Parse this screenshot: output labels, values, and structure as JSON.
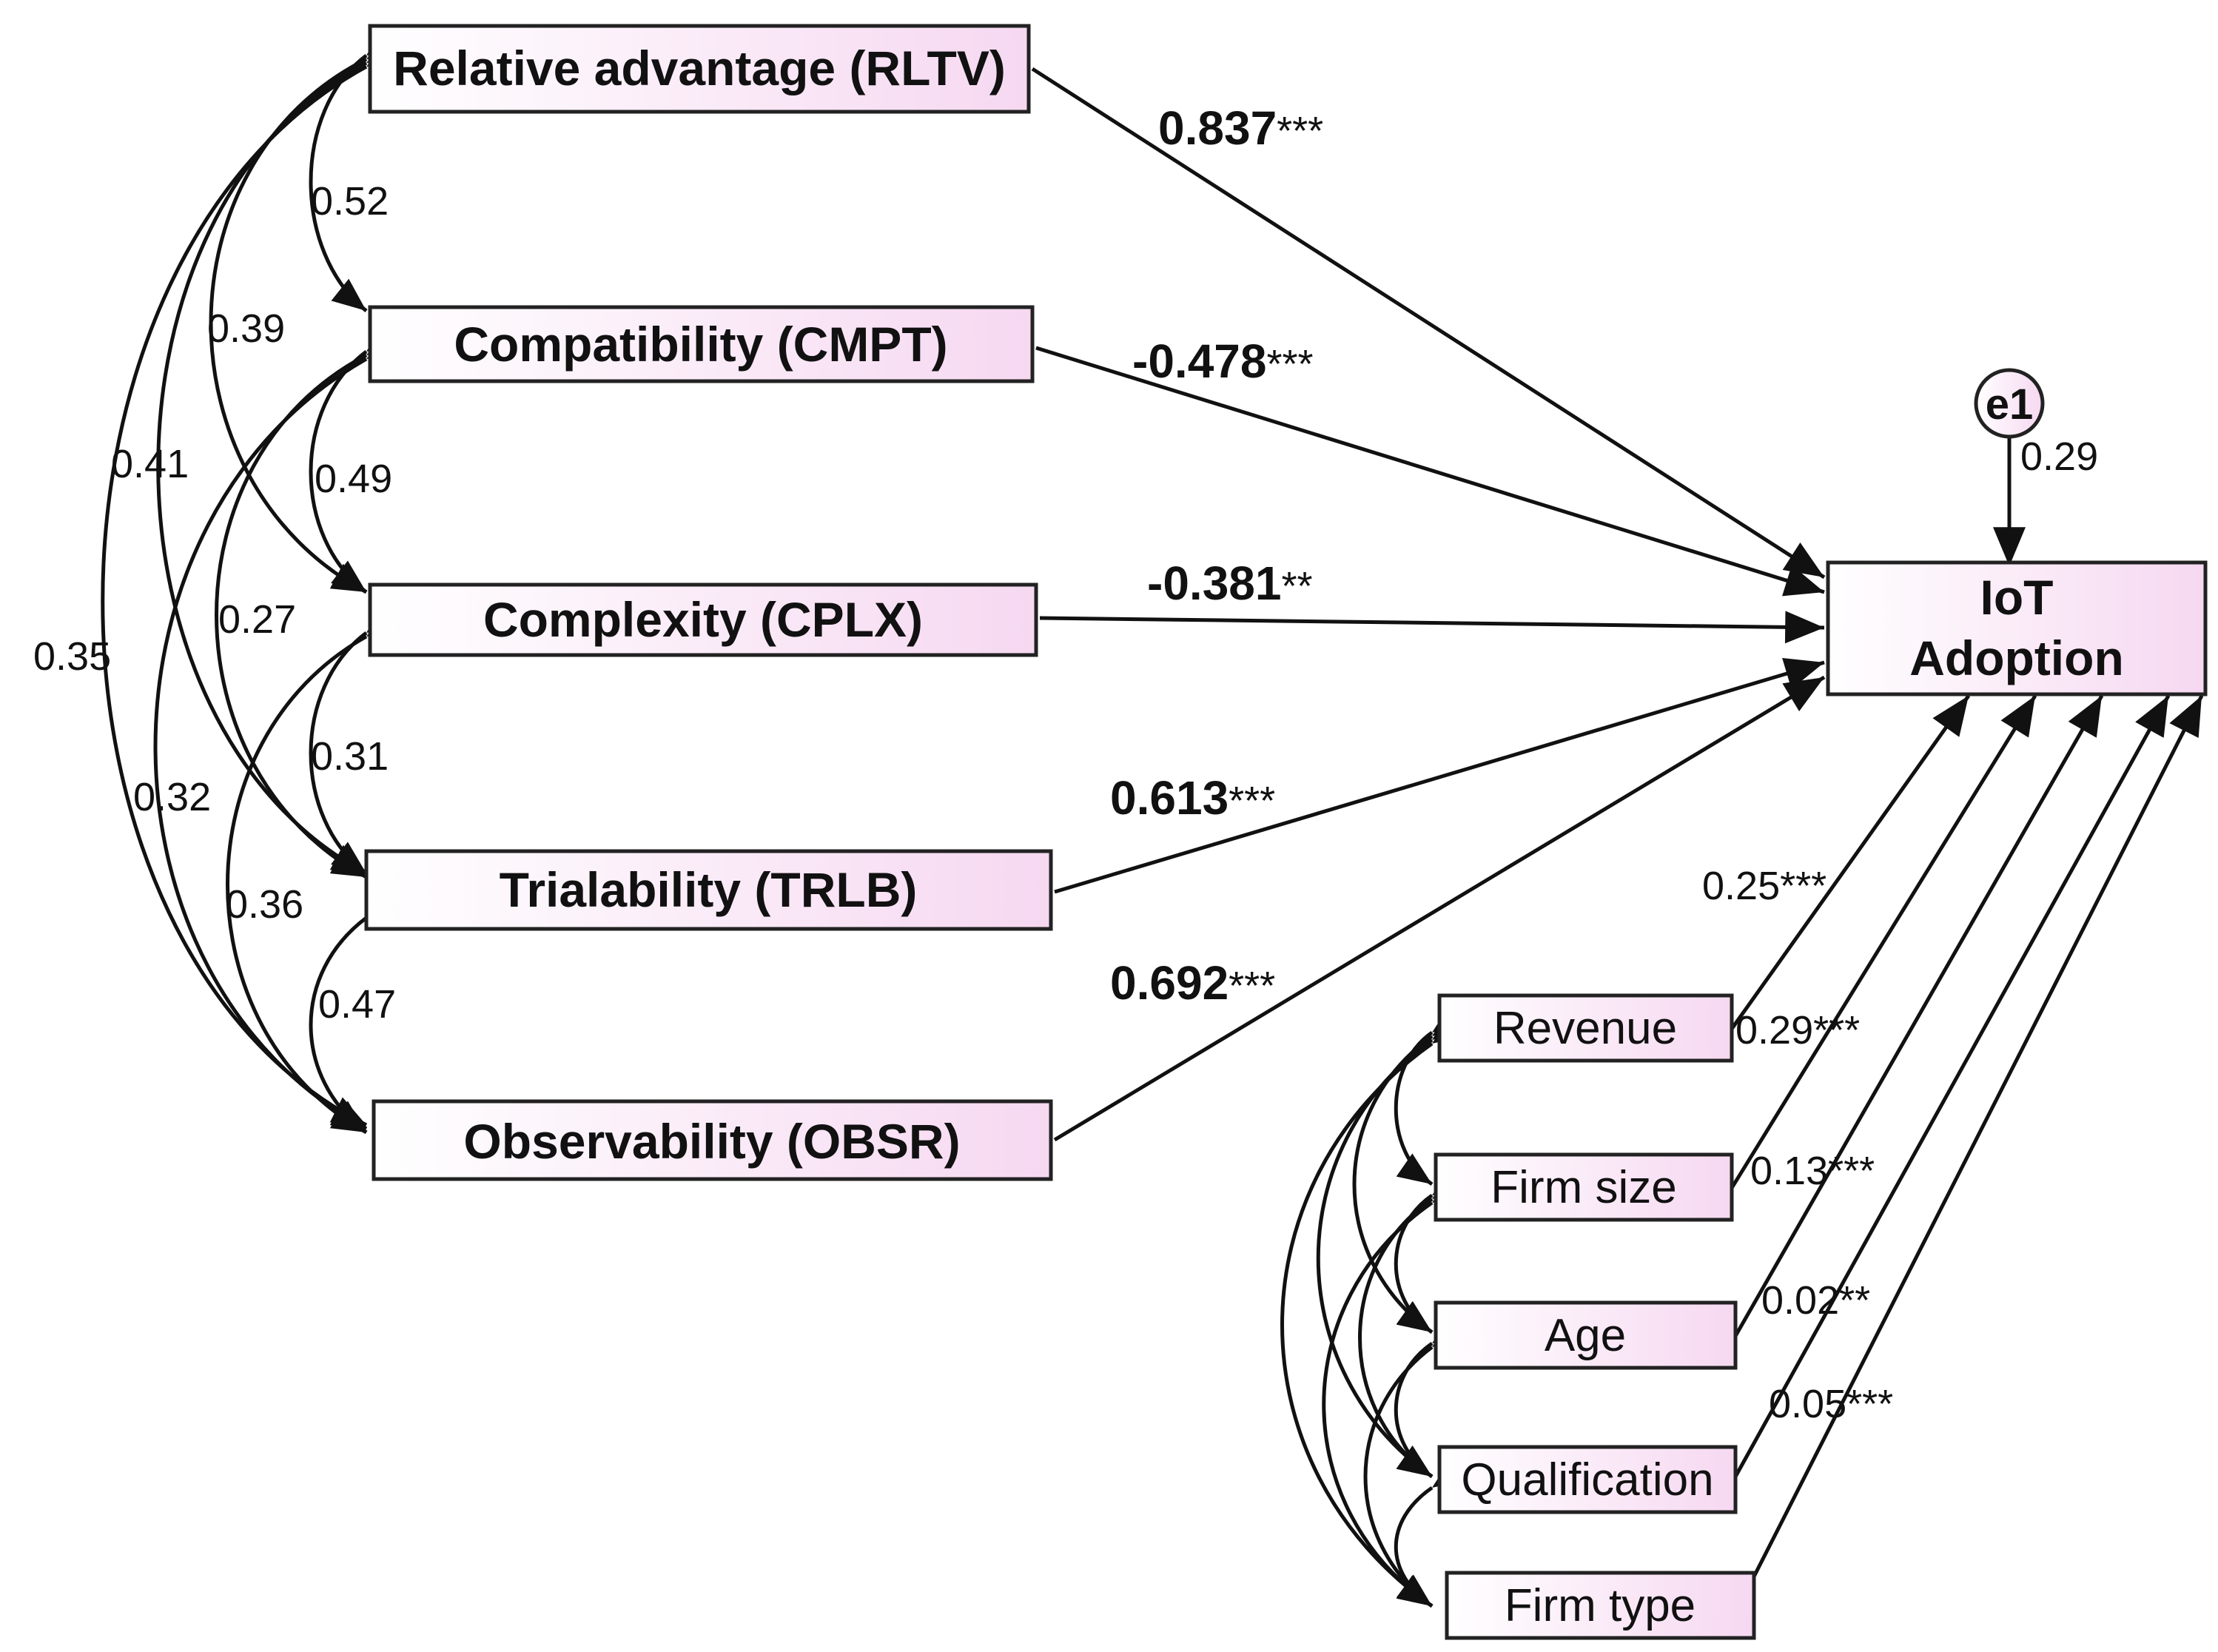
{
  "colors": {
    "box_fill_start": "#ffffff",
    "box_fill_end": "#f6d8f1",
    "stroke": "#111111"
  },
  "predictors": [
    {
      "id": "rltv",
      "label": "Relative advantage (RLTV)",
      "coef": "0.837",
      "sig": "***"
    },
    {
      "id": "cmpt",
      "label": "Compatibility (CMPT)",
      "coef": "-0.478",
      "sig": "***"
    },
    {
      "id": "cplx",
      "label": "Complexity (CPLX)",
      "coef": "-0.381",
      "sig": "**"
    },
    {
      "id": "trlb",
      "label": "Trialability (TRLB)",
      "coef": "0.613",
      "sig": "***"
    },
    {
      "id": "obsr",
      "label": "Observability (OBSR)",
      "coef": "0.692",
      "sig": "***"
    }
  ],
  "outcome": {
    "line1": "IoT",
    "line2": "Adoption"
  },
  "error": {
    "label": "e1",
    "value": "0.29"
  },
  "controls": [
    {
      "id": "revenue",
      "label": "Revenue",
      "coef": "0.25***"
    },
    {
      "id": "firm_size",
      "label": "Firm size",
      "coef": "0.29***"
    },
    {
      "id": "age",
      "label": "Age",
      "coef": "0.13***"
    },
    {
      "id": "qualification",
      "label": "Qualification",
      "coef": "0.02**"
    },
    {
      "id": "firm_type",
      "label": "Firm type",
      "coef": "0.05***"
    }
  ],
  "correlations": [
    {
      "from": "rltv",
      "to": "cmpt",
      "value": "0.52"
    },
    {
      "from": "rltv",
      "to": "cplx",
      "value": "0.39"
    },
    {
      "from": "rltv",
      "to": "trlb",
      "value": "0.41"
    },
    {
      "from": "rltv",
      "to": "obsr",
      "value": "0.35"
    },
    {
      "from": "cmpt",
      "to": "cplx",
      "value": "0.49"
    },
    {
      "from": "cmpt",
      "to": "trlb",
      "value": "0.27"
    },
    {
      "from": "cmpt",
      "to": "obsr",
      "value": "0.32"
    },
    {
      "from": "cplx",
      "to": "trlb",
      "value": "0.31"
    },
    {
      "from": "cplx",
      "to": "obsr",
      "value": "0.36"
    },
    {
      "from": "trlb",
      "to": "obsr",
      "value": "0.47"
    }
  ]
}
